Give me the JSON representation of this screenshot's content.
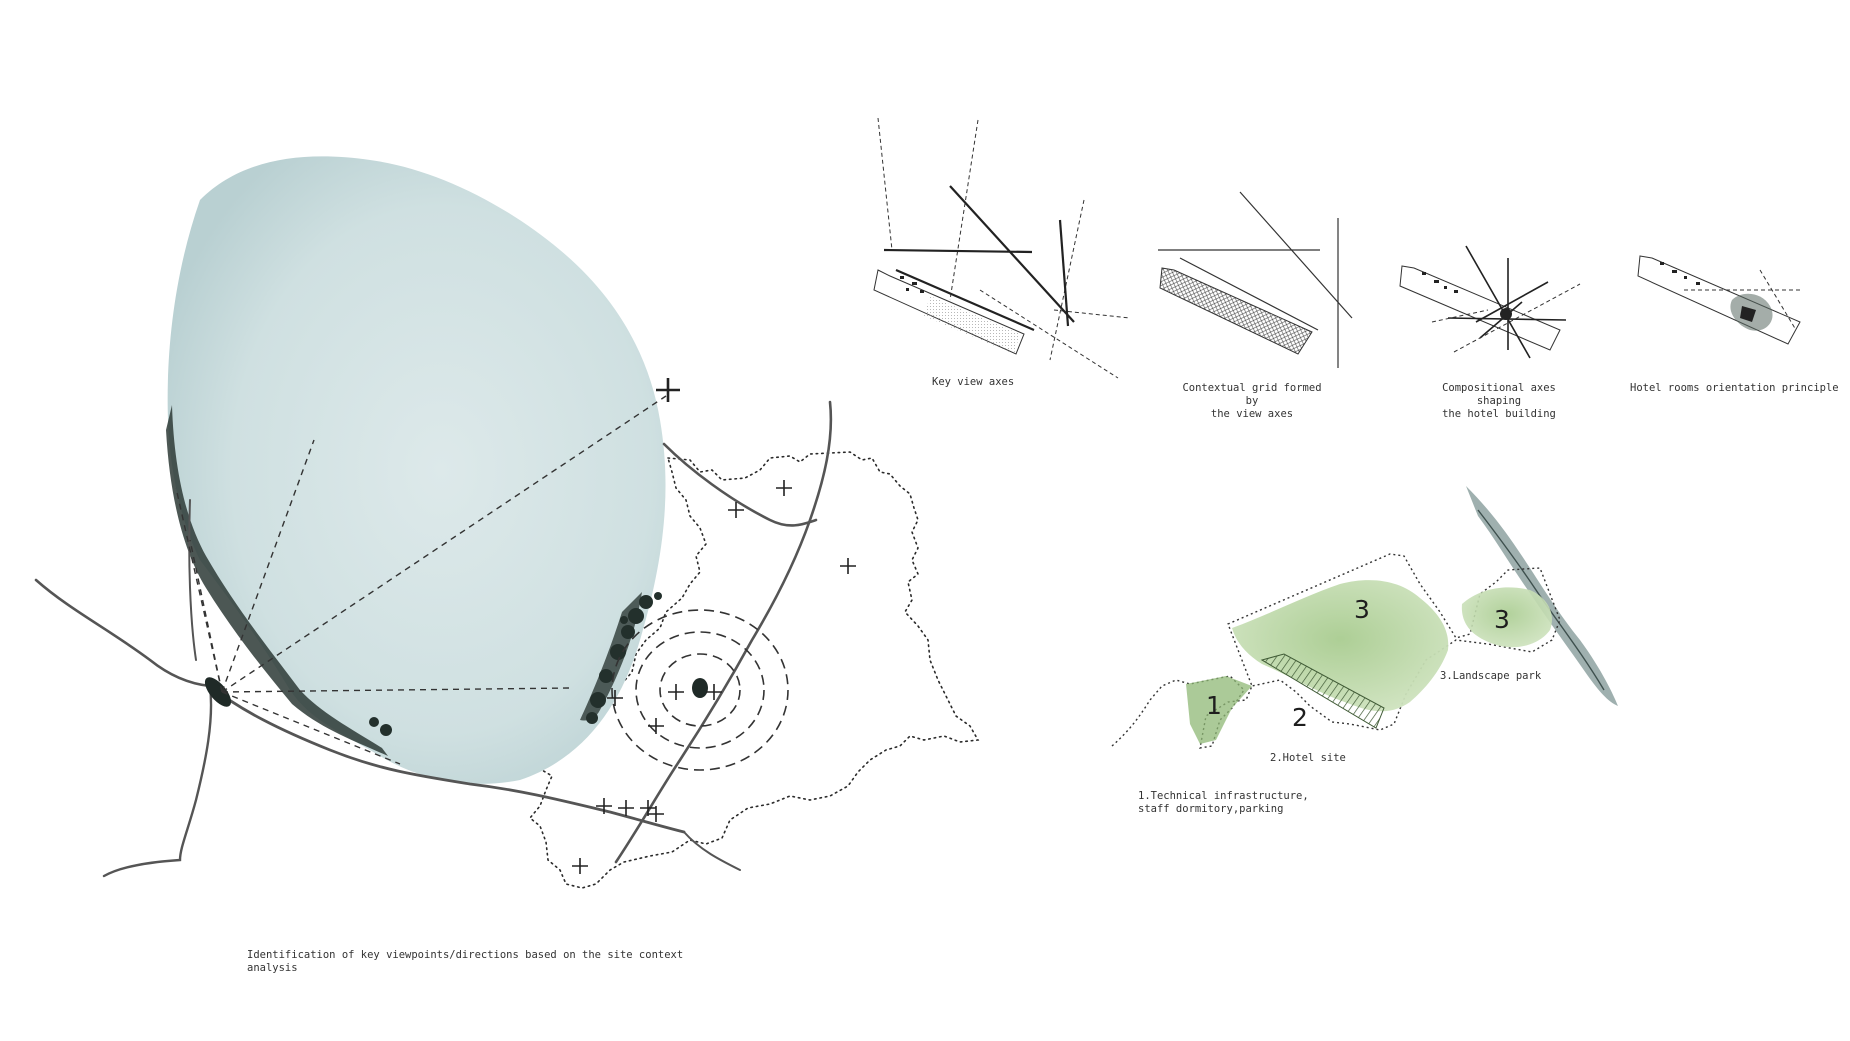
{
  "captions": {
    "site_analysis": "Identification of key viewpoints/directions based on the site context\nanalysis",
    "key_view_axes": "Key view axes",
    "contextual_grid": "Contextual grid formed by\nthe view axes",
    "compositional_axes": "Compositional axes shaping\nthe hotel building",
    "hotel_rooms": "Hotel rooms orientation principle",
    "zone_hotel_site": "2.Hotel site",
    "zone_landscape_park": "3.Landscape park",
    "zone_technical": "1.Technical infrastructure,\nstaff dormitory,parking"
  },
  "zone_numbers": {
    "zone1": "1",
    "zone2": "2",
    "zone3_main": "3",
    "zone3_park": "3"
  },
  "colors": {
    "water_body": "#cfe0e1",
    "water_body_dark": "#b9d0d2",
    "shore_ink": "#2d3a36",
    "green_zone": "#8fb875",
    "green_zone_light": "#b7d4a0",
    "ink": "#222222",
    "river_ink": "#5a6a67"
  }
}
